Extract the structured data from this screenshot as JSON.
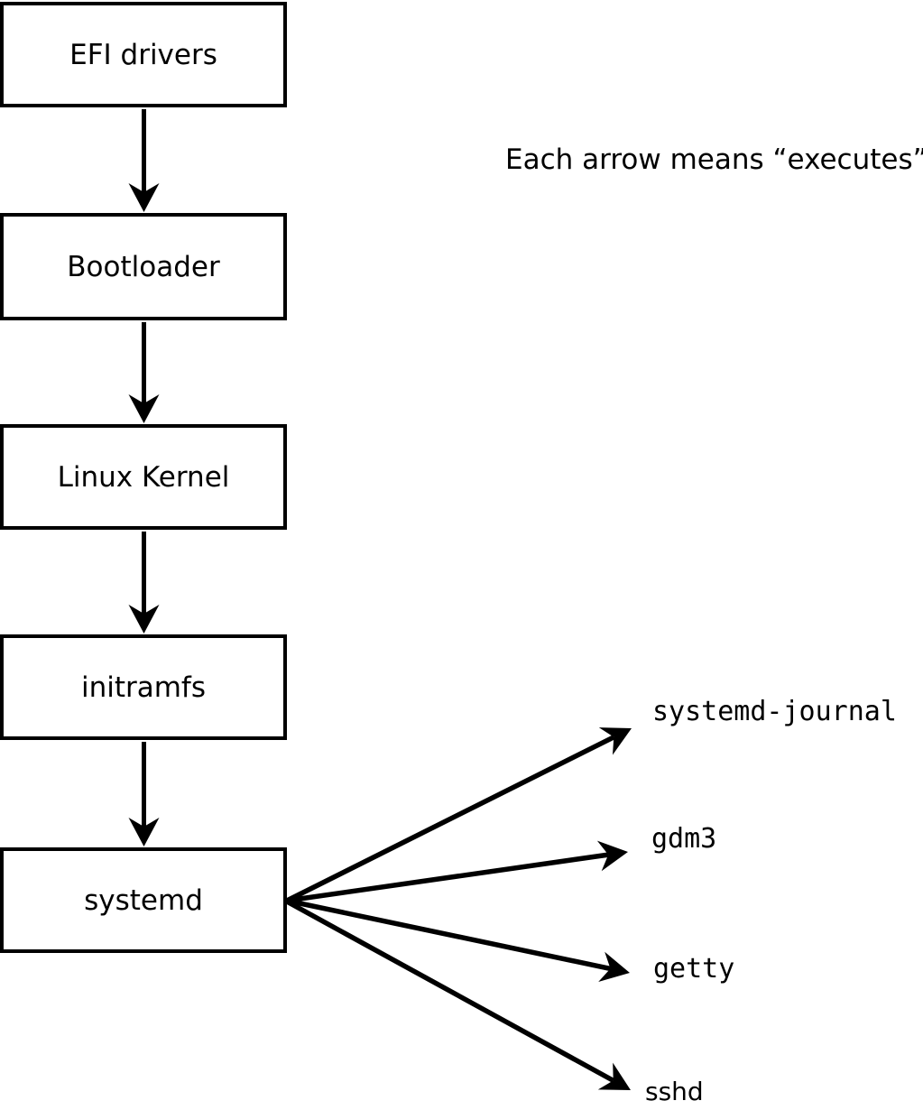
{
  "diagram": {
    "title_note": "Each arrow means “executes”.",
    "arrow_meaning": "executes",
    "chain": [
      {
        "label": "EFI drivers"
      },
      {
        "label": "Bootloader"
      },
      {
        "label": "Linux Kernel"
      },
      {
        "label": "initramfs"
      },
      {
        "label": "systemd"
      }
    ],
    "spawned": [
      {
        "label": "systemd-journal"
      },
      {
        "label": "gdm3"
      },
      {
        "label": "getty"
      },
      {
        "label": "sshd"
      }
    ],
    "colors": {
      "line": "#000000",
      "box_border": "#000000",
      "box_fill": "#ffffff",
      "background": "#ffffff",
      "text": "#000000"
    }
  }
}
